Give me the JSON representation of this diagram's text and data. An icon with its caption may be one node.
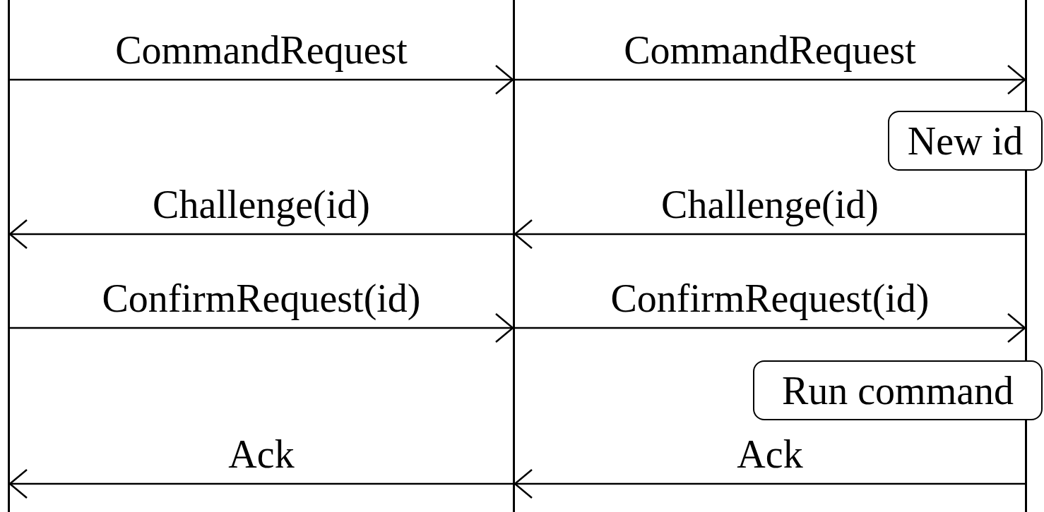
{
  "diagram": {
    "nodes": [
      {
        "text": [],
        "shape": "line"
      },
      {
        "text": [],
        "shape": "line"
      },
      {
        "text": [],
        "shape": "line"
      },
      {
        "text": [
          "New id"
        ]
      },
      {
        "text": [
          "Run command"
        ]
      }
    ],
    "edges": [
      {
        "from": 0,
        "to": 1,
        "arrow": "to",
        "label": "CommandRequest"
      },
      {
        "from": 1,
        "to": 2,
        "arrow": "to",
        "label": "CommandRequest"
      },
      {
        "from": 1,
        "to": 0,
        "arrow": "to",
        "label": "Challenge(id)"
      },
      {
        "from": 2,
        "to": 1,
        "arrow": "to",
        "label": "Challenge(id)"
      },
      {
        "from": 0,
        "to": 1,
        "arrow": "to",
        "label": "ConfirmRequest(id)"
      },
      {
        "from": 1,
        "to": 2,
        "arrow": "to",
        "label": "ConfirmRequest(id)"
      },
      {
        "from": 1,
        "to": 0,
        "arrow": "to",
        "label": "Ack"
      },
      {
        "from": 2,
        "to": 1,
        "arrow": "to",
        "label": "Ack"
      }
    ]
  }
}
